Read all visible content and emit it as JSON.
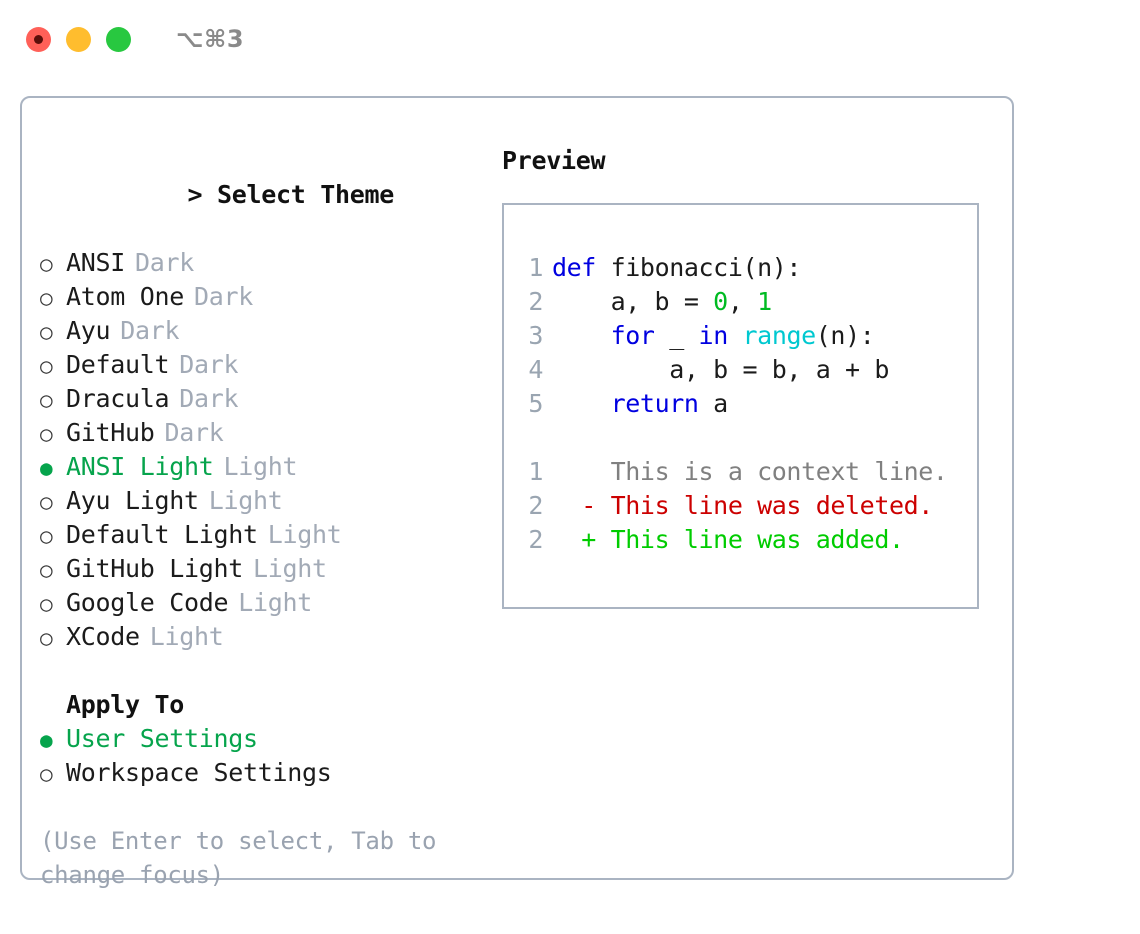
{
  "window": {
    "lights": [
      {
        "name": "close-button",
        "color": "#ff6058",
        "recording": true
      },
      {
        "name": "minimize-button",
        "color": "#ffbd2e",
        "recording": false
      },
      {
        "name": "zoom-button",
        "color": "#28c840",
        "recording": false
      }
    ],
    "shortcut": "⌥⌘3"
  },
  "colors": {
    "accent_green": "#06a44c",
    "muted": "#a2aab6",
    "hint": "#9aa3b0",
    "border": "#aab4c2",
    "keyword": "#0000e0",
    "function": "#00c8d0",
    "number": "#00bb22",
    "context": "#808080",
    "deleted": "#cc0000",
    "added": "#00cc00",
    "lineno": "#9aa5b1"
  },
  "theme_list": {
    "caret": ">",
    "title": "Select Theme",
    "bullet_off": "○",
    "bullet_on": "●",
    "items": [
      {
        "label": "ANSI",
        "tag": "Dark",
        "selected": false
      },
      {
        "label": "Atom One",
        "tag": "Dark",
        "selected": false
      },
      {
        "label": "Ayu",
        "tag": "Dark",
        "selected": false
      },
      {
        "label": "Default",
        "tag": "Dark",
        "selected": false
      },
      {
        "label": "Dracula",
        "tag": "Dark",
        "selected": false
      },
      {
        "label": "GitHub",
        "tag": "Dark",
        "selected": false
      },
      {
        "label": "ANSI Light",
        "tag": "Light",
        "selected": true
      },
      {
        "label": "Ayu Light",
        "tag": "Light",
        "selected": false
      },
      {
        "label": "Default Light",
        "tag": "Light",
        "selected": false
      },
      {
        "label": "GitHub Light",
        "tag": "Light",
        "selected": false
      },
      {
        "label": "Google Code",
        "tag": "Light",
        "selected": false
      },
      {
        "label": "XCode",
        "tag": "Light",
        "selected": false
      }
    ]
  },
  "apply_to": {
    "title": "Apply To",
    "items": [
      {
        "label": "User Settings",
        "selected": true
      },
      {
        "label": "Workspace Settings",
        "selected": false
      }
    ]
  },
  "hint": "(Use Enter to select, Tab to change focus)",
  "preview": {
    "title": "Preview",
    "code_lines": [
      {
        "lineno": "1",
        "tokens": [
          {
            "text": "def",
            "type": "kw"
          },
          {
            "text": " fibonacci(n):",
            "type": "plain"
          }
        ]
      },
      {
        "lineno": "2",
        "tokens": [
          {
            "text": "    a, b = ",
            "type": "plain"
          },
          {
            "text": "0",
            "type": "num"
          },
          {
            "text": ", ",
            "type": "plain"
          },
          {
            "text": "1",
            "type": "num"
          }
        ]
      },
      {
        "lineno": "3",
        "tokens": [
          {
            "text": "    ",
            "type": "plain"
          },
          {
            "text": "for",
            "type": "kw"
          },
          {
            "text": " _ ",
            "type": "plain"
          },
          {
            "text": "in",
            "type": "kw"
          },
          {
            "text": " ",
            "type": "plain"
          },
          {
            "text": "range",
            "type": "fn"
          },
          {
            "text": "(n):",
            "type": "plain"
          }
        ]
      },
      {
        "lineno": "4",
        "tokens": [
          {
            "text": "        a, b = b, a + b",
            "type": "plain"
          }
        ]
      },
      {
        "lineno": "5",
        "tokens": [
          {
            "text": "    ",
            "type": "plain"
          },
          {
            "text": "return",
            "type": "kw"
          },
          {
            "text": " a",
            "type": "plain"
          }
        ]
      }
    ],
    "diff_lines": [
      {
        "lineno": "1",
        "marker": " ",
        "text": "This is a context line.",
        "type": "ctx"
      },
      {
        "lineno": "2",
        "marker": "-",
        "text": "This line was deleted.",
        "type": "del"
      },
      {
        "lineno": "2",
        "marker": "+",
        "text": "This line was added.",
        "type": "add"
      }
    ]
  }
}
